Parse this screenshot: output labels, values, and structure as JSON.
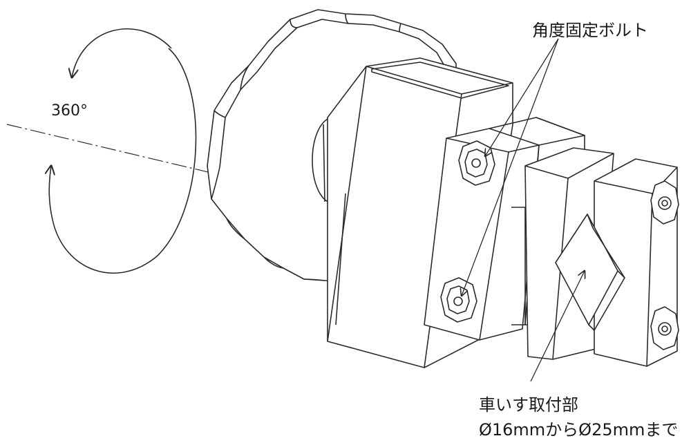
{
  "labels": {
    "rotation_angle": "360°",
    "angle_fixing_bolt": "角度固定ボルト",
    "wheelchair_mount": "車いす取付部",
    "diameter_range": "Ø16mmからØ25mmまで"
  },
  "colors": {
    "line": "#2a2a2a",
    "background": "#ffffff"
  }
}
